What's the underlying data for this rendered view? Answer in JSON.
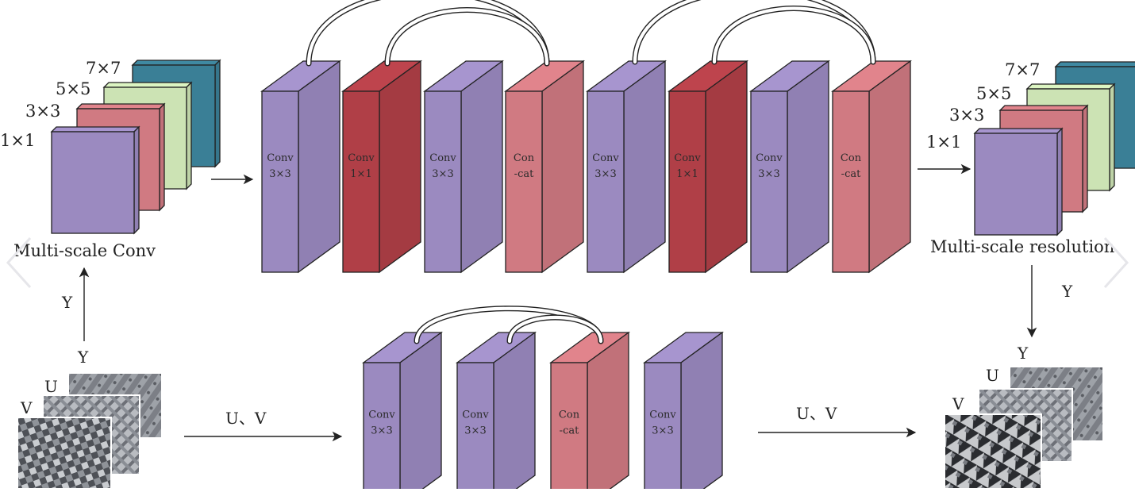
{
  "colors": {
    "purple": "#9b8ac0",
    "red": "#b03f47",
    "pink": "#d07a82",
    "green": "#cce3b4",
    "teal": "#3a7f96",
    "stroke": "#222222"
  },
  "left_stack": {
    "scales": [
      "1×1",
      "3×3",
      "5×5",
      "7×7"
    ],
    "caption": "Multi-scale Conv"
  },
  "right_stack": {
    "scales": [
      "1×1",
      "3×3",
      "5×5",
      "7×7"
    ],
    "caption": "Multi-scale resolution"
  },
  "top_blocks": [
    {
      "line1": "Conv",
      "line2": "3×3",
      "kind": "purple"
    },
    {
      "line1": "Conv",
      "line2": "1×1",
      "kind": "red"
    },
    {
      "line1": "Conv",
      "line2": "3×3",
      "kind": "purple"
    },
    {
      "line1": "Con",
      "line2": "-cat",
      "kind": "pink"
    },
    {
      "line1": "Conv",
      "line2": "3×3",
      "kind": "purple"
    },
    {
      "line1": "Conv",
      "line2": "1×1",
      "kind": "red"
    },
    {
      "line1": "Conv",
      "line2": "3×3",
      "kind": "purple"
    },
    {
      "line1": "Con",
      "line2": "-cat",
      "kind": "pink"
    }
  ],
  "bottom_blocks": [
    {
      "line1": "Conv",
      "line2": "3×3",
      "kind": "purple"
    },
    {
      "line1": "Conv",
      "line2": "3×3",
      "kind": "purple"
    },
    {
      "line1": "Con",
      "line2": "-cat",
      "kind": "pink"
    },
    {
      "line1": "Conv",
      "line2": "3×3",
      "kind": "purple"
    }
  ],
  "arrow_labels": {
    "y_up": "Y",
    "y_input": "Y",
    "y_down": "Y",
    "uv_in": "U、V",
    "uv_out": "U、V"
  },
  "input_image": {
    "labels": [
      "Y",
      "U",
      "V"
    ]
  },
  "output_image": {
    "labels": [
      "Y",
      "U",
      "V"
    ]
  },
  "nav": {
    "prev_icon": "chevron-left-icon",
    "next_icon": "chevron-right-icon"
  }
}
